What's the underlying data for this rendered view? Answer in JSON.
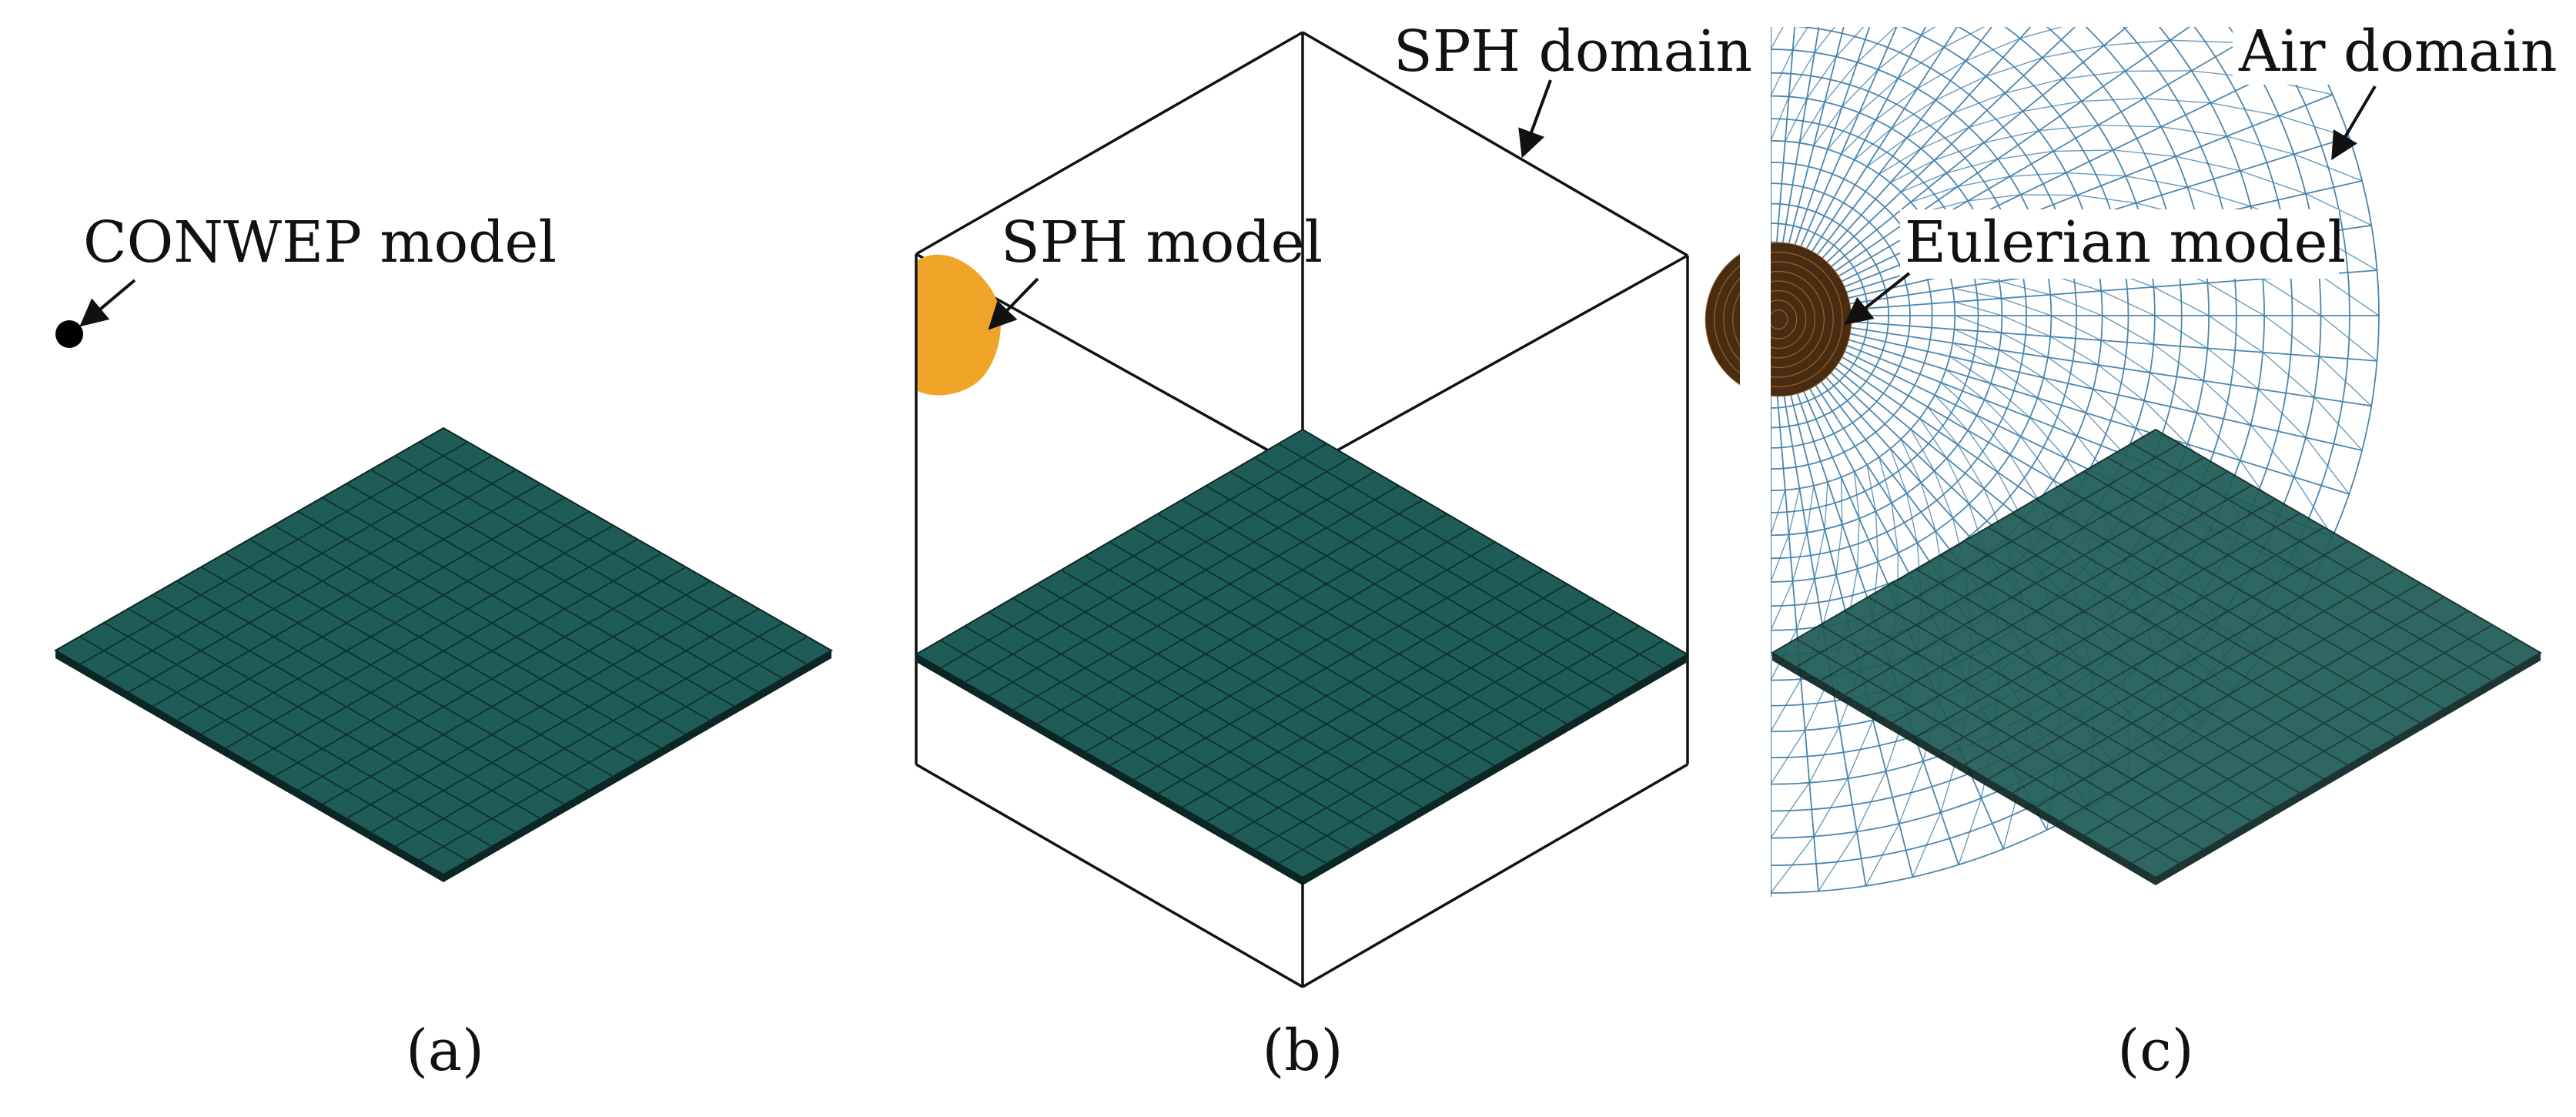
{
  "panels": {
    "a": {
      "caption": "(a)",
      "label_conwep": "CONWEP model"
    },
    "b": {
      "caption": "(b)",
      "label_sph_domain": "SPH domain",
      "label_sph_model": "SPH model"
    },
    "c": {
      "caption": "(c)",
      "label_air_domain": "Air domain",
      "label_eulerian": "Eulerian model"
    }
  },
  "colors": {
    "plate_fill": "#1f5c57",
    "plate_edge": "#0b2624",
    "plate_mesh": "#0e3431",
    "sph_particles": "#f0a528",
    "air_mesh": "#3a7aa6",
    "eulerian_charge": "#4a2c12",
    "charge_dot": "#000000",
    "outline": "#111111"
  },
  "plate_mesh_divisions": 16,
  "icons": {
    "charge_point": "filled-circle",
    "arrow": "arrow-icon"
  }
}
